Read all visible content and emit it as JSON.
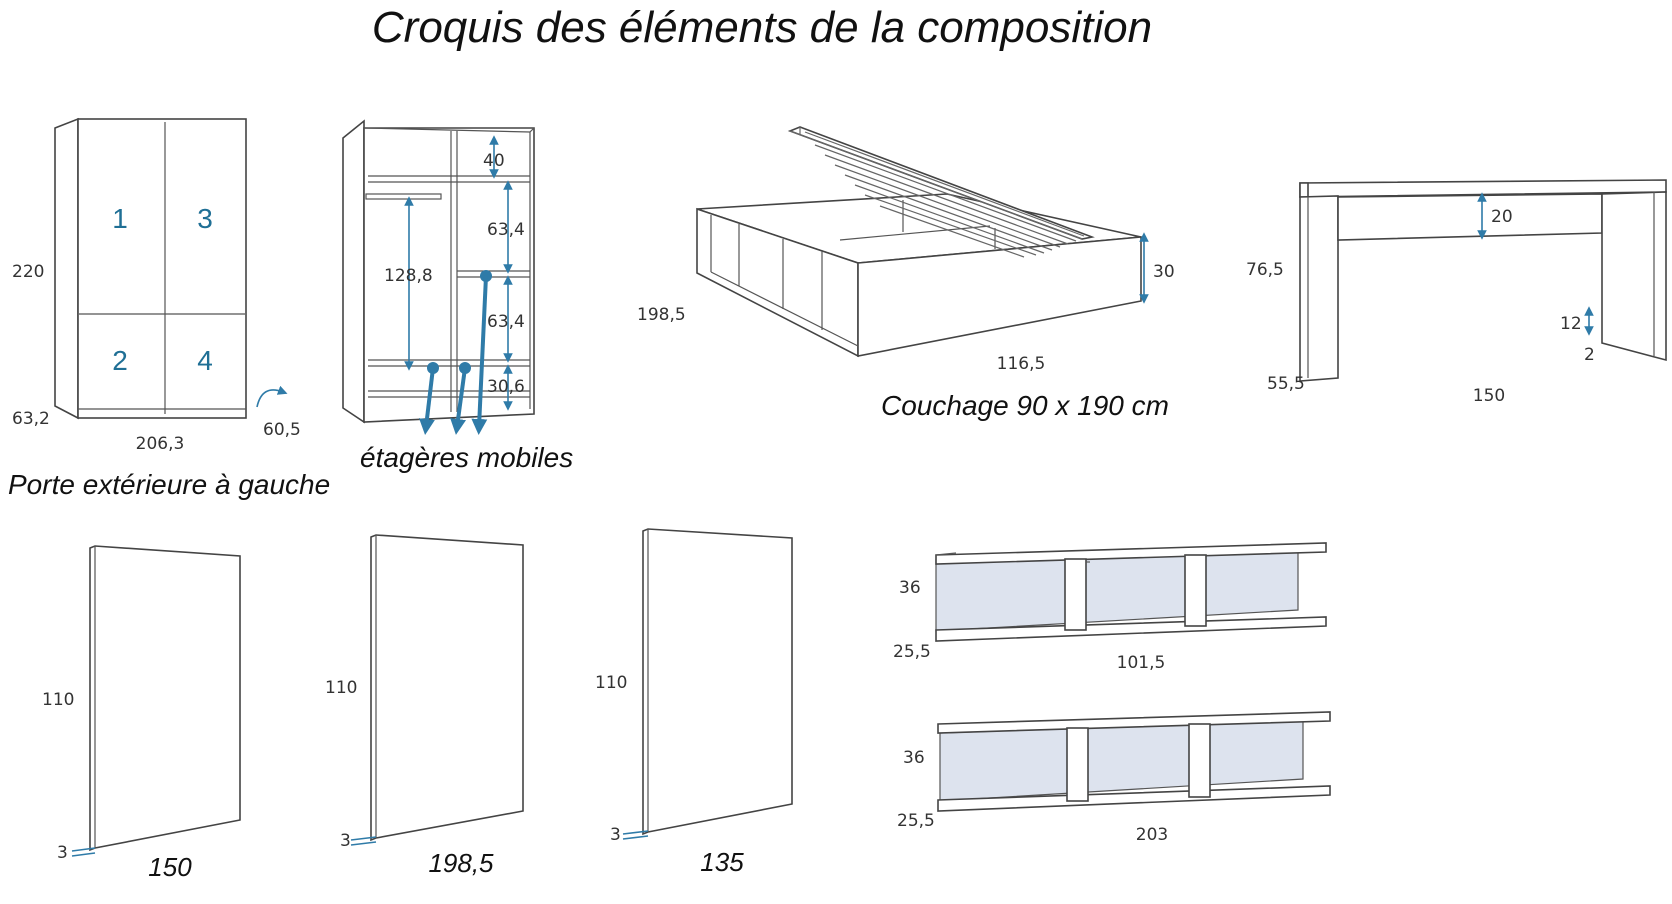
{
  "title": "Croquis des éléments de la composition",
  "wardrobe": {
    "caption": "Porte extérieure à gauche",
    "height": "220",
    "depth": "63,2",
    "width": "206,3",
    "door_swing": "60,5",
    "door_numbers": [
      "1",
      "3",
      "2",
      "4"
    ]
  },
  "wardrobe_interior": {
    "caption": "étagères mobiles",
    "dims": [
      "40",
      "63,4",
      "128,8",
      "63,4",
      "30,6"
    ]
  },
  "bed": {
    "caption": "Couchage 90 x 190 cm",
    "length": "198,5",
    "width": "116,5",
    "height": "30"
  },
  "desk": {
    "height": "76,5",
    "apron": "20",
    "depth": "55,5",
    "width": "150",
    "foot_height": "12",
    "foot_gap": "2"
  },
  "panels": [
    {
      "height": "110",
      "thickness": "3",
      "width": "150"
    },
    {
      "height": "110",
      "thickness": "3",
      "width": "198,5"
    },
    {
      "height": "110",
      "thickness": "3",
      "width": "135"
    }
  ],
  "shelves": [
    {
      "height": "36",
      "depth": "25,5",
      "width": "101,5"
    },
    {
      "height": "36",
      "depth": "25,5",
      "width": "203"
    }
  ]
}
